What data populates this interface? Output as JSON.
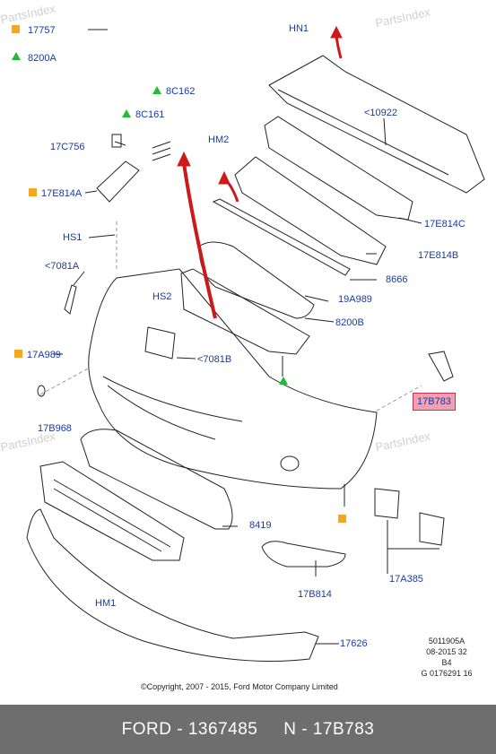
{
  "watermarks": [
    "PartsIndex",
    "PartsIndex",
    "PartsIndex",
    "PartsIndex"
  ],
  "legend": [
    {
      "marker": "square",
      "color": "#f5a623",
      "code": "17757"
    },
    {
      "marker": "triangle",
      "color": "#22bb33",
      "code": "8200A"
    }
  ],
  "parts": {
    "hn1": "HN1",
    "p10922": "<10922",
    "p8c162": "8C162",
    "p8c161": "8C161",
    "hm2": "HM2",
    "p17c756": "17C756",
    "p17e814a": "17E814A",
    "p17e814c": "17E814C",
    "p17e814b": "17E814B",
    "hs1": "HS1",
    "p7081a": "<7081A",
    "p8666": "8666",
    "p19a989": "19A989",
    "hs2": "HS2",
    "p8200b": "8200B",
    "p17a989": "17A989",
    "p7081b": "<7081B",
    "p17b783": "17B783",
    "p17b968": "17B968",
    "p8419": "8419",
    "p17a385": "17A385",
    "hm1": "HM1",
    "p17b814": "17B814",
    "p17626": "17626"
  },
  "highlight_color": "#f0a0b0",
  "diagram_meta": [
    "5011905A",
    "08-2015 32",
    "B4",
    "G 0176291 16"
  ],
  "copyright": "©Copyright, 2007 - 2015, Ford Motor Company Limited",
  "footer": "FORD - 1367485     N - 17B783"
}
